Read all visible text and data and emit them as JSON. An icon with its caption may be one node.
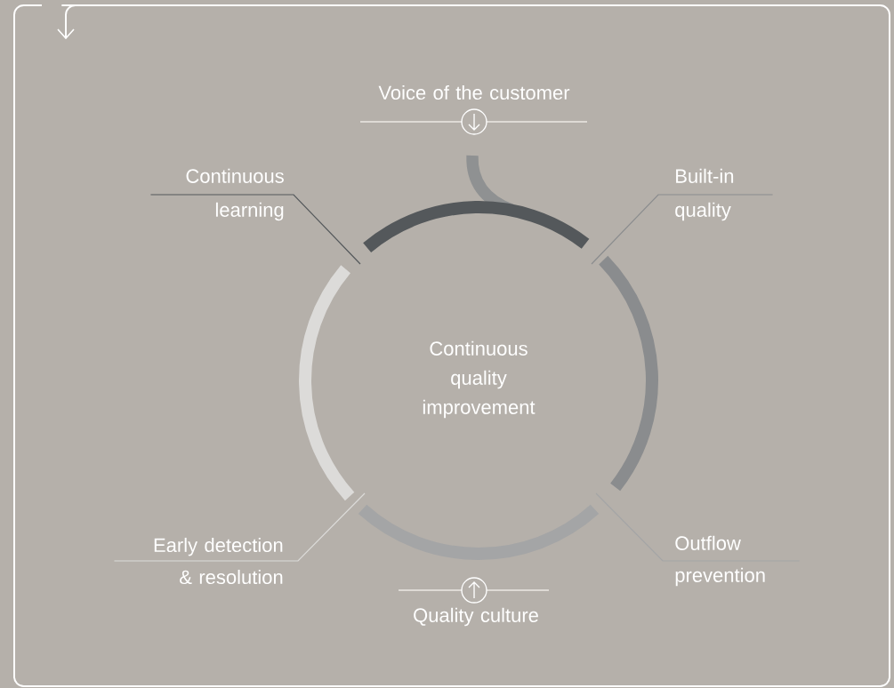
{
  "diagram": {
    "nodes": [
      {
        "text": [
          "Voice of the customer"
        ]
      },
      {
        "text": [
          "Continuous learning"
        ]
      },
      {
        "text": [
          "Built-in quality"
        ]
      },
      {
        "text": [
          "Continuous quality improvement"
        ]
      },
      {
        "text": [
          "Early detection & resolution"
        ]
      },
      {
        "text": [
          "Outflow prevention"
        ]
      },
      {
        "text": [
          "Quality culture"
        ]
      }
    ],
    "edges": [
      {
        "from": 1,
        "to": null,
        "arrow": "none",
        "color": "#54585b"
      },
      {
        "from": 2,
        "to": null,
        "arrow": "none",
        "color": "#8a8c8e"
      },
      {
        "from": 4,
        "to": null,
        "arrow": "none",
        "color": "#dcdbd9"
      },
      {
        "from": 5,
        "to": null,
        "arrow": "none",
        "color": "#a4a5a6"
      }
    ]
  }
}
